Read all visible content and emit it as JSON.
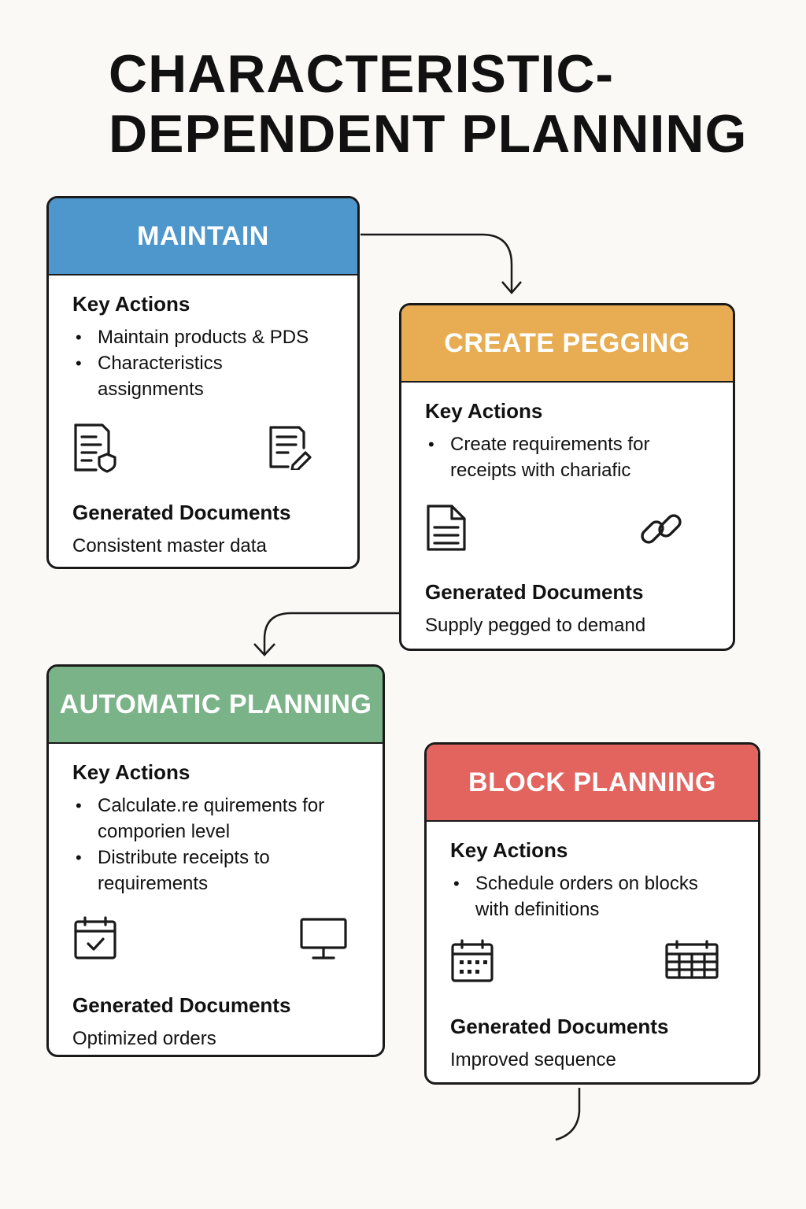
{
  "title": {
    "line1": "CHARACTERISTIC-",
    "line2": "DEPENDENT PLANNING"
  },
  "colors": {
    "maintain": "#4d97cc",
    "pegging": "#e8ad52",
    "automatic": "#7bb388",
    "block": "#e3645f",
    "outline": "#1a1a1a"
  },
  "cards": {
    "maintain": {
      "header": "MAINTAIN",
      "key_title": "Key Actions",
      "actions": [
        "Maintain products & PDS",
        "Characteristics assignments"
      ],
      "icons": [
        "document-shield-icon",
        "document-edit-icon"
      ],
      "gen_title": "Generated Documents",
      "gen_text": "Consistent master data"
    },
    "pegging": {
      "header": "CREATE PEGGING",
      "key_title": "Key Actions",
      "actions": [
        "Create requirements for receipts with chariafic"
      ],
      "icons": [
        "document-icon",
        "link-icon"
      ],
      "gen_title": "Generated Documents",
      "gen_text": "Supply pegged to demand"
    },
    "automatic": {
      "header": "AUTOMATIC PLANNING",
      "key_title": "Key Actions",
      "actions": [
        "Calculate.re quirements for comporien level",
        "Distribute receipts to requirements"
      ],
      "icons": [
        "calendar-check-icon",
        "monitor-icon"
      ],
      "gen_title": "Generated Documents",
      "gen_text": "Optimized orders"
    },
    "block": {
      "header": "BLOCK PLANNING",
      "key_title": "Key Actions",
      "actions": [
        "Schedule orders on blocks with definitions"
      ],
      "icons": [
        "calendar-grid-icon",
        "calendar-wide-icon"
      ],
      "gen_title": "Generated Documents",
      "gen_text": "Improved sequence"
    }
  }
}
